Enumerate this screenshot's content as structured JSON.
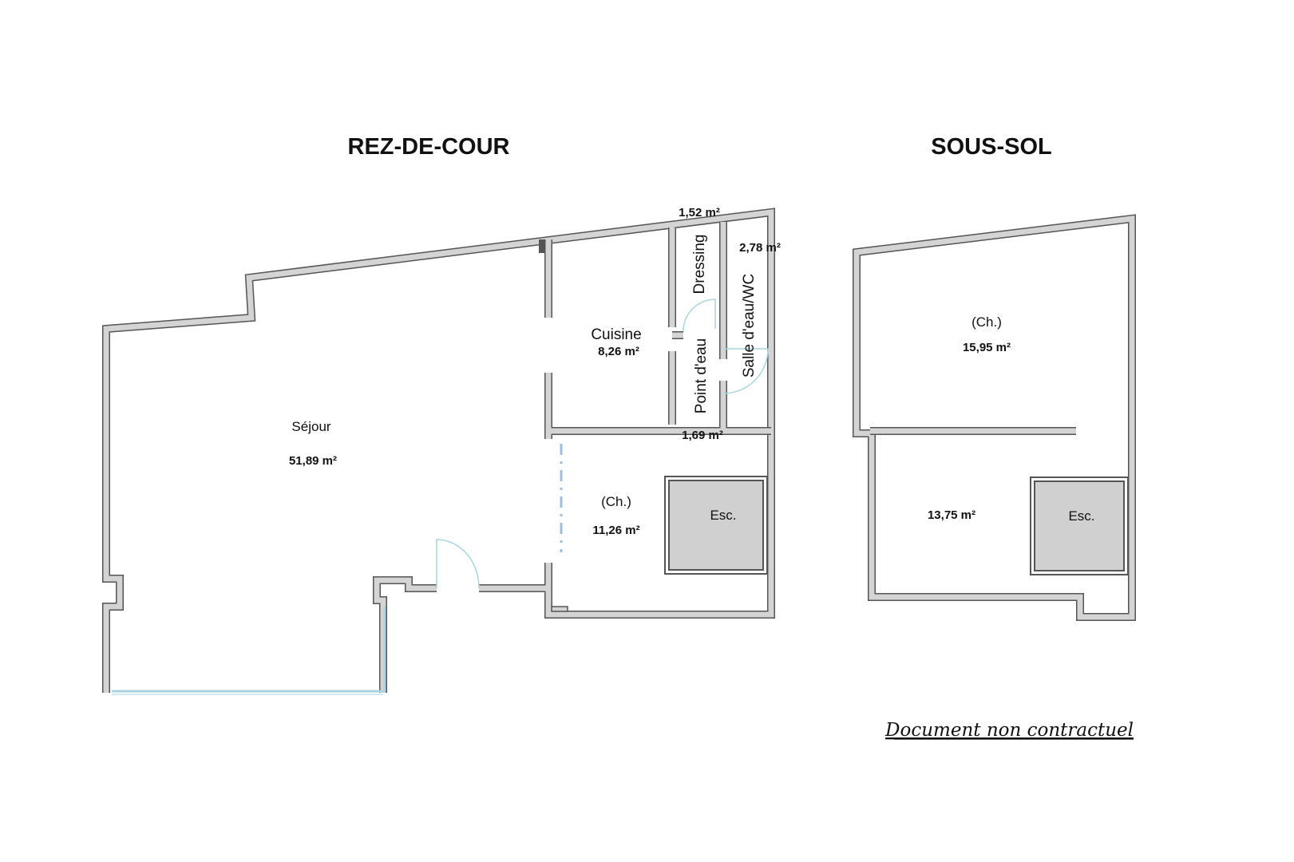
{
  "floors": {
    "ground": {
      "title": "REZ-DE-COUR",
      "rooms": {
        "sejour": {
          "label": "Séjour",
          "area": "51,89 m²"
        },
        "cuisine": {
          "label": "Cuisine",
          "area": "8,26 m²"
        },
        "dressing": {
          "label": "Dressing",
          "area": "1,52 m²"
        },
        "salle_eau": {
          "label": "Salle d'eau/WC",
          "area": "2,78 m²"
        },
        "point_eau": {
          "label": "Point d'eau",
          "area": "1,69 m²"
        },
        "chambre": {
          "label": "(Ch.)",
          "area": "11,26 m²"
        },
        "escalier": {
          "label": "Esc."
        }
      }
    },
    "basement": {
      "title": "SOUS-SOL",
      "rooms": {
        "chambre": {
          "label": "(Ch.)",
          "area": "15,95 m²"
        },
        "room2": {
          "area": "13,75 m²"
        },
        "escalier": {
          "label": "Esc."
        }
      }
    }
  },
  "footer_note": "Document non contractuel",
  "colors": {
    "wall_fill": "#d4d4d4",
    "wall_edge": "#555555",
    "stair_fill": "#d0d0d0",
    "door_swing": "#a8d4e0",
    "partition": "#9bbfe0"
  }
}
